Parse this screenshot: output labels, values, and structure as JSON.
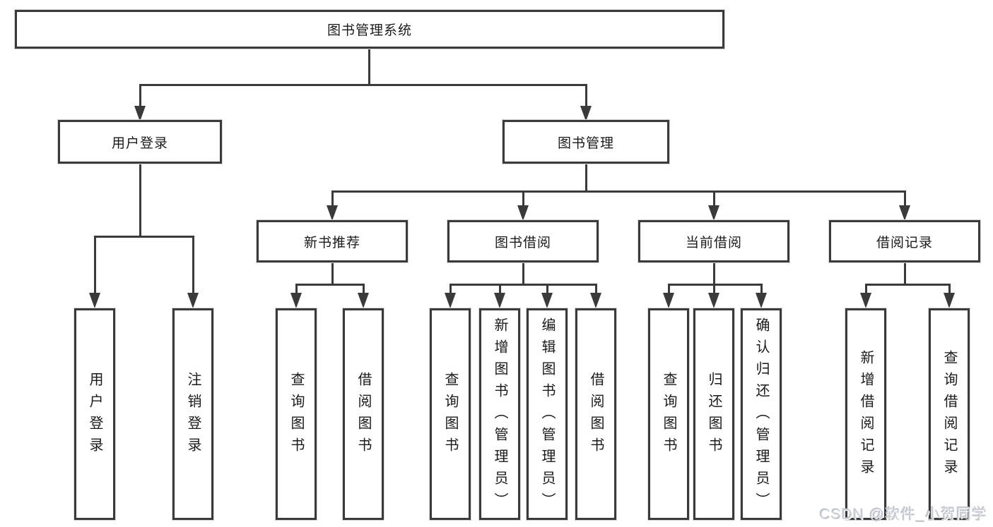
{
  "tree": {
    "label": "图书管理系统",
    "children": [
      {
        "label": "用户登录",
        "children": [
          {
            "label": "用户登录"
          },
          {
            "label": "注销登录"
          }
        ]
      },
      {
        "label": "图书管理",
        "children": [
          {
            "label": "新书推荐",
            "children": [
              {
                "label": "查询图书"
              },
              {
                "label": "借阅图书"
              }
            ]
          },
          {
            "label": "图书借阅",
            "children": [
              {
                "label": "查询图书"
              },
              {
                "label": "新增图书（管理员）"
              },
              {
                "label": "编辑图书（管理员）"
              },
              {
                "label": "借阅图书"
              }
            ]
          },
          {
            "label": "当前借阅",
            "children": [
              {
                "label": "查询图书"
              },
              {
                "label": "归还图书"
              },
              {
                "label": "确认归还（管理员）"
              }
            ]
          },
          {
            "label": "借阅记录",
            "children": [
              {
                "label": "新增借阅记录"
              },
              {
                "label": "查询借阅记录"
              }
            ]
          }
        ]
      }
    ]
  },
  "watermark": {
    "text": "CSDN @软件_小贺同学"
  },
  "colors": {
    "line": "#3a3a3a",
    "text": "#1a1a1a",
    "box_background": "#ffffff",
    "watermark": "#ccd1d8"
  }
}
